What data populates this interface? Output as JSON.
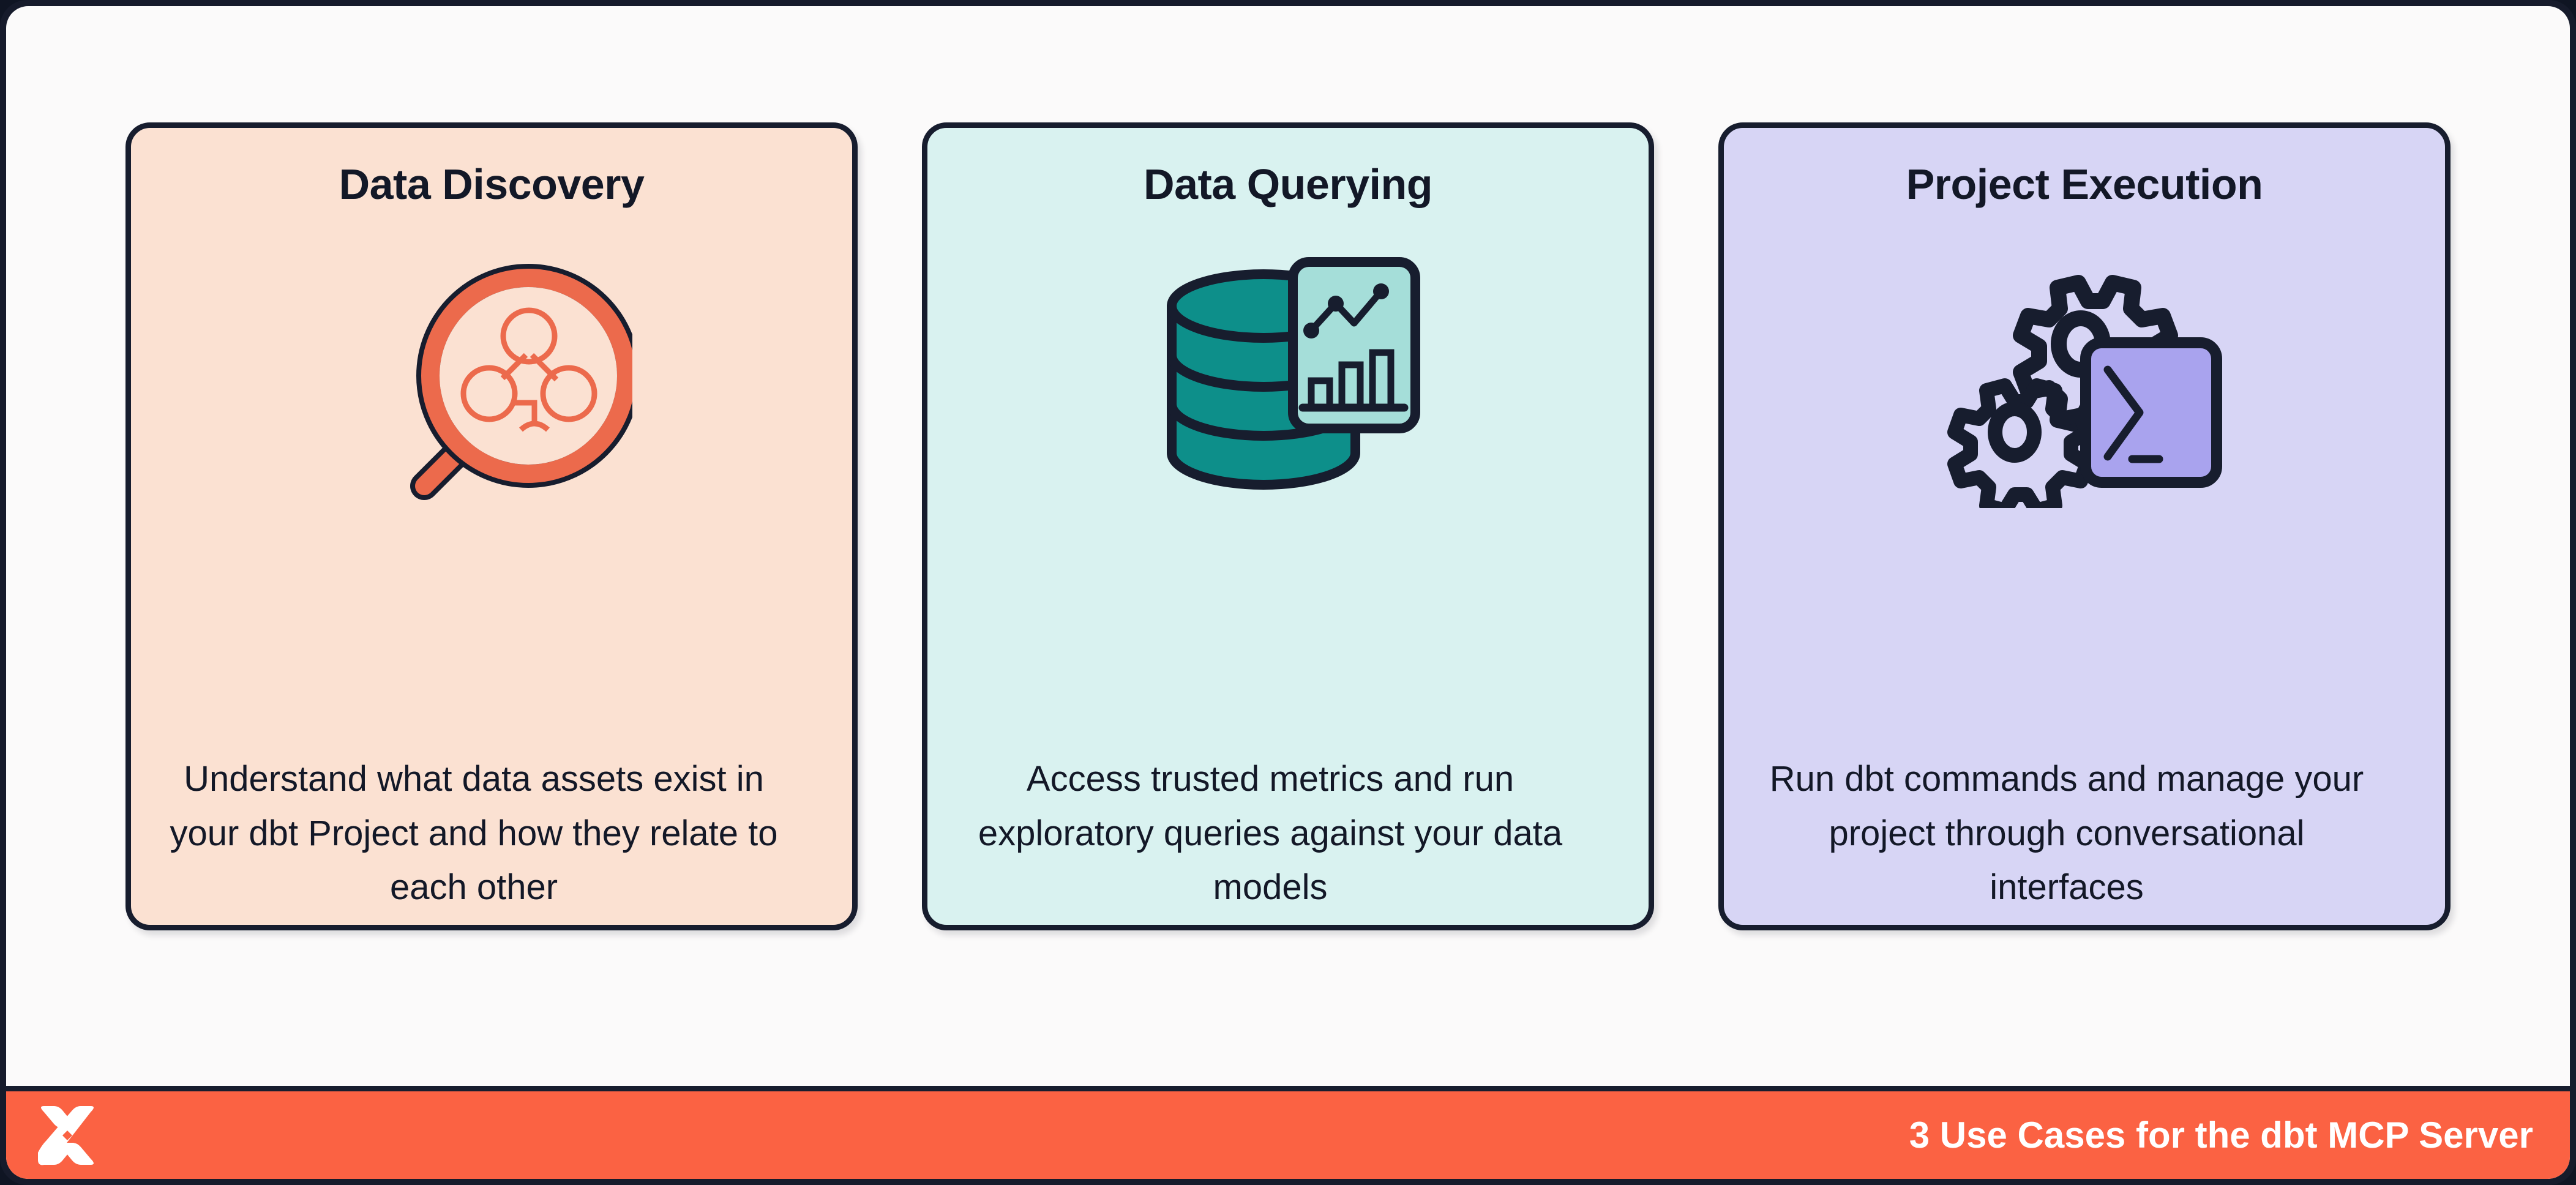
{
  "theme": {
    "frame_border": "#171d2e",
    "frame_background": "#fbfafa",
    "ink": "#131827",
    "footer_background": "#fb6243",
    "card_peach_bg": "#fbe1d2",
    "card_peach_accent": "#ec6a4c",
    "card_mint_bg": "#d9f2f0",
    "card_mint_accent": "#0d8f8a",
    "card_mint_screen": "#a5ded9",
    "card_lilac_bg": "#d7d5f5",
    "card_lilac_accent": "#a9a3ee"
  },
  "cards": [
    {
      "id": "data-discovery",
      "title": "Data Discovery",
      "body": "Understand what data assets exist in your dbt Project and how they relate to each other",
      "icon": "magnifier-lineage-icon",
      "theme": "peach"
    },
    {
      "id": "data-querying",
      "title": "Data Querying",
      "body": "Access trusted metrics and run exploratory queries against your data models",
      "icon": "database-analytics-icon",
      "theme": "mint"
    },
    {
      "id": "project-execution",
      "title": "Project Execution",
      "body": "Run dbt commands and manage your project through conversational interfaces",
      "icon": "gears-terminal-icon",
      "theme": "lilac"
    }
  ],
  "footer": {
    "logo": "dbt-logo-icon",
    "caption": "3 Use Cases for the dbt MCP Server"
  }
}
